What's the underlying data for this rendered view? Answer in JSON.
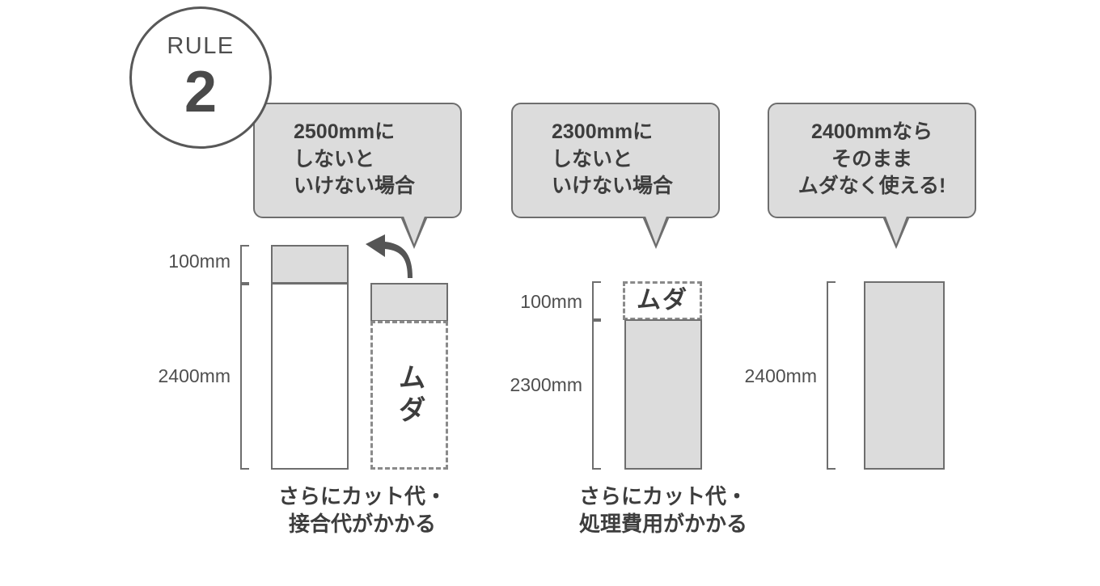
{
  "badge": {
    "word": "RULE",
    "number": "2",
    "accent_color": "#585858"
  },
  "colors": {
    "stroke": "#6e6e6e",
    "fill": "#dcdcdc",
    "text": "#3d3d3d",
    "dashed_stroke": "#8a8a8a",
    "background": "#ffffff"
  },
  "bubbles": [
    {
      "id": "bubble-2500",
      "lines": [
        "2500mmに",
        "しないと",
        "いけない場合"
      ]
    },
    {
      "id": "bubble-2300",
      "lines": [
        "2300mmに",
        "しないと",
        "いけない場合"
      ]
    },
    {
      "id": "bubble-2400",
      "lines": [
        "2400mmなら",
        "そのまま",
        "ムダなく使える!"
      ]
    }
  ],
  "groups": [
    {
      "id": "group-1",
      "dims": {
        "top": "100mm",
        "body": "2400mm"
      },
      "waste_label": "ムダ",
      "caption": [
        "さらにカット代・",
        "接合代がかかる"
      ]
    },
    {
      "id": "group-2",
      "dims": {
        "top": "100mm",
        "body": "2300mm"
      },
      "waste_label": "ムダ",
      "caption": [
        "さらにカット代・",
        "処理費用がかかる"
      ]
    },
    {
      "id": "group-3",
      "dims": {
        "body": "2400mm"
      },
      "waste_label": "",
      "caption": []
    }
  ]
}
